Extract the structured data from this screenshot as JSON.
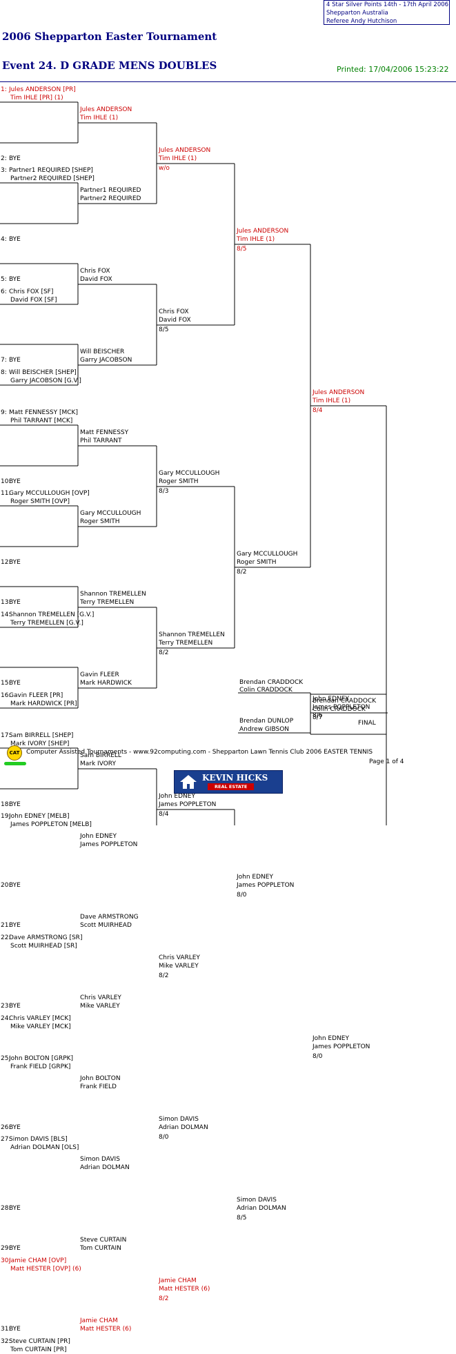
{
  "header": {
    "info_lines": [
      "4 Star Silver Points    14th - 17th April 2006",
      "Shepparton    Australia",
      "Referee   Andy Hutchison"
    ],
    "tournament_title": "2006 Shepparton Easter Tournament",
    "event_title": "Event 24. D GRADE MENS DOUBLES",
    "printed": "Printed: 17/04/2006 15:23:22"
  },
  "colors": {
    "title": "#000080",
    "winner_text": "#cc0000",
    "printed": "#008000"
  },
  "draw": [
    {
      "seed": "1:",
      "p1": "Jules ANDERSON [PR]",
      "p2": "Tim IHLE [PR] (1)",
      "red": true
    },
    {
      "seed": "2:",
      "p1": "BYE",
      "p2": ""
    },
    {
      "seed": "3:",
      "p1": "Partner1 REQUIRED [SHEP]",
      "p2": "Partner2 REQUIRED [SHEP]"
    },
    {
      "seed": "4:",
      "p1": "BYE",
      "p2": ""
    },
    {
      "seed": "5:",
      "p1": "BYE",
      "p2": ""
    },
    {
      "seed": "6:",
      "p1": "Chris FOX [SF]",
      "p2": "David FOX [SF]"
    },
    {
      "seed": "7:",
      "p1": "BYE",
      "p2": ""
    },
    {
      "seed": "8:",
      "p1": "Will BEISCHER [SHEP]",
      "p2": "Garry JACOBSON [G.V.]"
    },
    {
      "seed": "9:",
      "p1": "Matt FENNESSY [MCK]",
      "p2": "Phil TARRANT [MCK]"
    },
    {
      "seed": "10:",
      "p1": "BYE",
      "p2": ""
    },
    {
      "seed": "11:",
      "p1": "Gary MCCULLOUGH [OVP]",
      "p2": "Roger SMITH [OVP]"
    },
    {
      "seed": "12:",
      "p1": "BYE",
      "p2": ""
    },
    {
      "seed": "13:",
      "p1": "BYE",
      "p2": ""
    },
    {
      "seed": "14:",
      "p1": "Shannon TREMELLEN [G.V.]",
      "p2": "Terry TREMELLEN [G.V.]"
    },
    {
      "seed": "15:",
      "p1": "BYE",
      "p2": ""
    },
    {
      "seed": "16:",
      "p1": "Gavin FLEER [PR]",
      "p2": "Mark HARDWICK [PR]"
    },
    {
      "seed": "17:",
      "p1": "Sam BIRRELL [SHEP]",
      "p2": "Mark IVORY [SHEP]"
    },
    {
      "seed": "18:",
      "p1": "BYE",
      "p2": ""
    },
    {
      "seed": "19:",
      "p1": "John EDNEY [MELB]",
      "p2": "James POPPLETON [MELB]"
    },
    {
      "seed": "20:",
      "p1": "BYE",
      "p2": ""
    },
    {
      "seed": "21:",
      "p1": "BYE",
      "p2": ""
    },
    {
      "seed": "22:",
      "p1": "Dave ARMSTRONG [SR]",
      "p2": "Scott MUIRHEAD [SR]"
    },
    {
      "seed": "23:",
      "p1": "BYE",
      "p2": ""
    },
    {
      "seed": "24:",
      "p1": "Chris VARLEY [MCK]",
      "p2": "Mike VARLEY [MCK]"
    },
    {
      "seed": "25:",
      "p1": "John BOLTON [GRPK]",
      "p2": "Frank FIELD [GRPK]"
    },
    {
      "seed": "26:",
      "p1": "BYE",
      "p2": ""
    },
    {
      "seed": "27:",
      "p1": "Simon DAVIS [BLS]",
      "p2": "Adrian DOLMAN [OLS]"
    },
    {
      "seed": "28:",
      "p1": "BYE",
      "p2": ""
    },
    {
      "seed": "29:",
      "p1": "BYE",
      "p2": ""
    },
    {
      "seed": "30:",
      "p1": "Jamie CHAM [OVP]",
      "p2": "Matt HESTER [OVP] (6)",
      "red": true
    },
    {
      "seed": "31:",
      "p1": "BYE",
      "p2": ""
    },
    {
      "seed": "32:",
      "p1": "Steve CURTAIN [PR]",
      "p2": "Tom CURTAIN [PR]"
    }
  ],
  "round2": [
    {
      "p1": "Jules ANDERSON",
      "p2": "Tim IHLE (1)",
      "score": "",
      "red": true
    },
    {
      "p1": "Partner1 REQUIRED",
      "p2": "Partner2 REQUIRED",
      "score": ""
    },
    {
      "p1": "Chris FOX",
      "p2": "David FOX",
      "score": ""
    },
    {
      "p1": "Will BEISCHER",
      "p2": "Garry JACOBSON",
      "score": ""
    },
    {
      "p1": "Matt FENNESSY",
      "p2": "Phil TARRANT",
      "score": ""
    },
    {
      "p1": "Gary MCCULLOUGH",
      "p2": "Roger SMITH",
      "score": ""
    },
    {
      "p1": "Shannon TREMELLEN",
      "p2": "Terry TREMELLEN",
      "score": ""
    },
    {
      "p1": "Gavin FLEER",
      "p2": "Mark HARDWICK",
      "score": ""
    },
    {
      "p1": "Sam BIRRELL",
      "p2": "Mark IVORY",
      "score": ""
    },
    {
      "p1": "John EDNEY",
      "p2": "James POPPLETON",
      "score": ""
    },
    {
      "p1": "Dave ARMSTRONG",
      "p2": "Scott MUIRHEAD",
      "score": ""
    },
    {
      "p1": "Chris VARLEY",
      "p2": "Mike VARLEY",
      "score": ""
    },
    {
      "p1": "John BOLTON",
      "p2": "Frank FIELD",
      "score": ""
    },
    {
      "p1": "Simon DAVIS",
      "p2": "Adrian DOLMAN",
      "score": ""
    },
    {
      "p1": "Steve CURTAIN",
      "p2": "Tom CURTAIN",
      "score": ""
    },
    {
      "p1": "Jamie CHAM",
      "p2": "Matt HESTER (6)",
      "score": "",
      "red": true
    }
  ],
  "round3": [
    {
      "p1": "Jules ANDERSON",
      "p2": "Tim IHLE (1)",
      "score": "w/o",
      "red": true
    },
    {
      "p1": "Chris FOX",
      "p2": "David FOX",
      "score": "8/5"
    },
    {
      "p1": "Gary MCCULLOUGH",
      "p2": "Roger SMITH",
      "score": "8/3"
    },
    {
      "p1": "Shannon TREMELLEN",
      "p2": "Terry TREMELLEN",
      "score": "8/2"
    },
    {
      "p1": "John EDNEY",
      "p2": "James POPPLETON",
      "score": "8/4"
    },
    {
      "p1": "Chris VARLEY",
      "p2": "Mike VARLEY",
      "score": "8/2"
    },
    {
      "p1": "Simon DAVIS",
      "p2": "Adrian DOLMAN",
      "score": "8/0"
    },
    {
      "p1": "Jamie CHAM",
      "p2": "Matt HESTER (6)",
      "score": "8/2",
      "red": true
    }
  ],
  "round4": [
    {
      "p1": "Jules ANDERSON",
      "p2": "Tim IHLE (1)",
      "score": "8/5",
      "red": true
    },
    {
      "p1": "Gary MCCULLOUGH",
      "p2": "Roger SMITH",
      "score": "8/2"
    },
    {
      "p1": "John EDNEY",
      "p2": "James POPPLETON",
      "score": "8/0"
    },
    {
      "p1": "Simon DAVIS",
      "p2": "Adrian DOLMAN",
      "score": "8/5"
    }
  ],
  "semis": [
    {
      "p1": "Jules ANDERSON",
      "p2": "Tim IHLE (1)",
      "score": "8/4",
      "red": true
    },
    {
      "p1": "John EDNEY",
      "p2": "James POPPLETON",
      "score": "8/0"
    }
  ],
  "final": {
    "p1": "John EDNEY",
    "p2": "James POPPLETON",
    "score": "8/6"
  },
  "playoff": {
    "top": {
      "p1": "Brendan CRADDOCK",
      "p2": "Colin CRADDOCK"
    },
    "bottom": {
      "p1": "Brendan DUNLOP",
      "p2": "Andrew GIBSON"
    },
    "winner": {
      "p1": "Brendan CRADDOCK",
      "p2": "Colin CRADDOCK",
      "score": "8/7"
    },
    "label": "FINAL"
  },
  "footer": {
    "logo_text": "CAT",
    "text": "Computer Assisted Tournaments - www.92computing.com -  Shepparton Lawn Tennis Club          2006 EASTER TENNIS",
    "page": "Page 1 of 4",
    "sponsor_name": "KEVIN HICKS",
    "sponsor_sub": "REAL ESTATE"
  }
}
